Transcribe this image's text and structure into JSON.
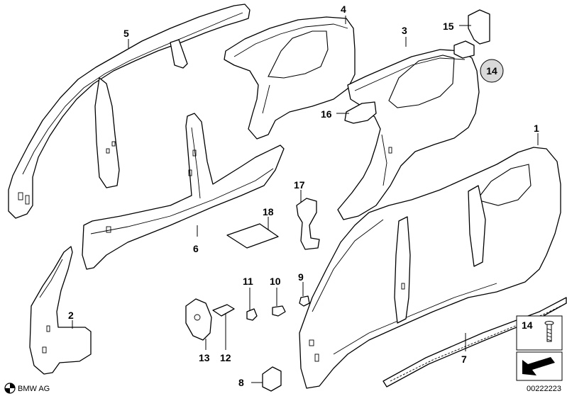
{
  "callouts": {
    "p1": "1",
    "p2": "2",
    "p3": "3",
    "p4": "4",
    "p5": "5",
    "p6": "6",
    "p7": "7",
    "p8": "8",
    "p9": "9",
    "p10": "10",
    "p11": "11",
    "p12": "12",
    "p13": "13",
    "p14_badge": "14",
    "p14_box": "14",
    "p15": "15",
    "p16": "16",
    "p17": "17",
    "p18": "18"
  },
  "footer": {
    "brand": "BMW AG",
    "diagram_id": "00222223"
  },
  "colors": {
    "line": "#000000",
    "background": "#ffffff",
    "badge_fill": "#d9d9d9"
  },
  "icons": {
    "logo": "bmw-roundel-icon",
    "arrow": "direction-arrow-icon"
  }
}
